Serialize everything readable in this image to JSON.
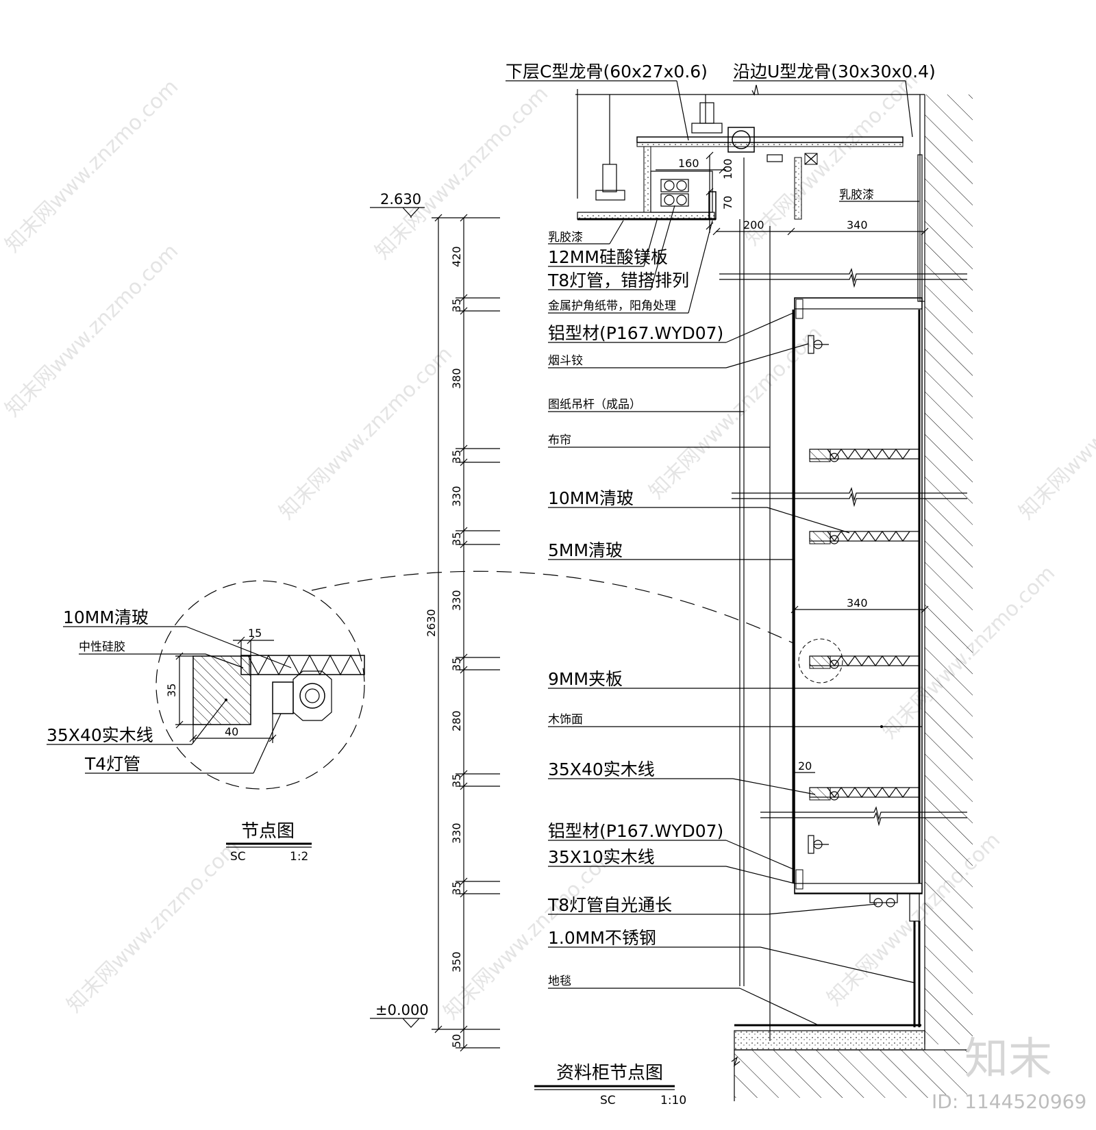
{
  "main": {
    "title": "资料柜节点图",
    "scale_code": "SC",
    "scale": "1:10",
    "level_top": "2.630",
    "level_bottom": "±0.000",
    "top_labels": {
      "c_keel": "下层C型龙骨(60x27x0.6)",
      "u_keel": "沿边U型龙骨(30x30x0.4)",
      "latex_right": "乳胶漆"
    },
    "left_labels": [
      "乳胶漆",
      "12MM硅酸镁板",
      "T8灯管，错搭排列",
      "金属护角纸带，阳角处理",
      "铝型材(P167.WYD07)",
      "烟斗铰",
      "图纸吊杆（成品）",
      "布帘",
      "10MM清玻",
      "5MM清玻",
      "9MM夹板",
      "木饰面",
      "35X40实木线",
      "铝型材(P167.WYD07)",
      "35X10实木线",
      "T8灯管自光通长",
      "1.0MM不锈钢",
      "地毯"
    ],
    "vertical_dims": [
      "420",
      "35",
      "380",
      "35",
      "330",
      "35",
      "330",
      "35",
      "280",
      "35",
      "330",
      "35",
      "350",
      "50"
    ],
    "total_height": "2630",
    "detail_dims": {
      "d160": "160",
      "d100": "100",
      "d70": "70",
      "d200": "200",
      "d340_top": "340",
      "d340_mid": "340",
      "d20": "20"
    }
  },
  "detail": {
    "title": "节点图",
    "scale_code": "SC",
    "scale": "1:2",
    "labels": [
      "10MM清玻",
      "中性硅胶",
      "35X40实木线",
      "T4灯管"
    ],
    "dims": {
      "d15": "15",
      "d35": "35",
      "d40": "40"
    }
  },
  "watermark": {
    "logo": "知末",
    "id": "ID: 1144520969",
    "text": "知末网www.znzmo.com"
  }
}
